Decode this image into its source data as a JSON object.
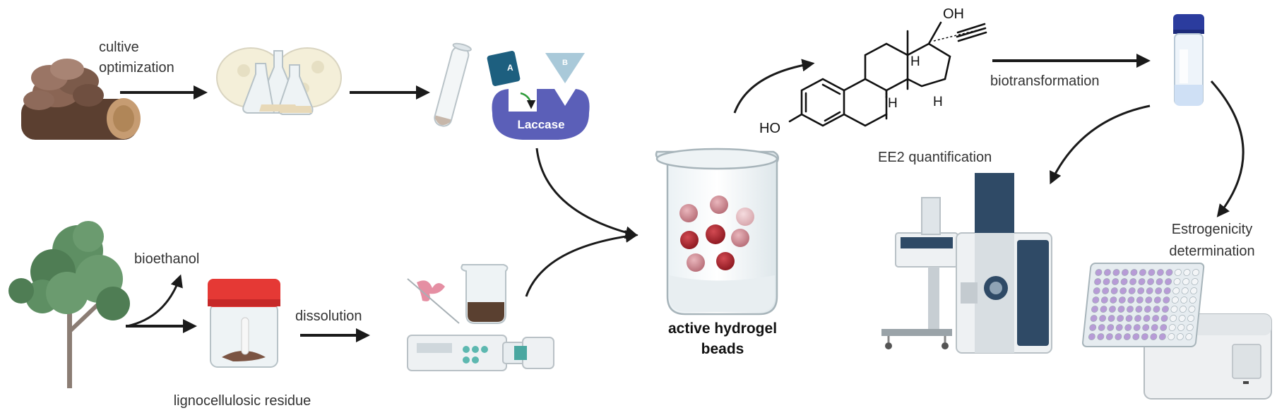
{
  "labels": {
    "cultive_line1": "cultive",
    "cultive_line2": "optimization",
    "bioethanol": "bioethanol",
    "dissolution": "dissolution",
    "lignocellulosic": "lignocellulosic residue",
    "beads_line1": "active hydrogel",
    "beads_line2": "beads",
    "biotransformation": "biotransformation",
    "ee2": "EE2 quantification",
    "estro_line1": "Estrogenicity",
    "estro_line2": "determination"
  },
  "enzyme": {
    "name": "Laccase",
    "substrate_a": "A",
    "substrate_b": "B"
  },
  "molecule": {
    "oh_top": "OH",
    "ho_left": "HO",
    "h1": "H",
    "h2": "H",
    "h3": "H"
  },
  "colors": {
    "arrow": "#1a1a1a",
    "laccase": "#5b5fb8",
    "substrate_a": "#1d5f7f",
    "substrate_b": "#a9c9d9",
    "bead_dark": "#a8202a",
    "bead_light": "#c98a92",
    "tree": "#5e8f63",
    "mushroom": "#7b5a4a",
    "jar_lid": "#e53935",
    "instrument_blue": "#2f4a66",
    "plate_well": "#b79bd6"
  }
}
